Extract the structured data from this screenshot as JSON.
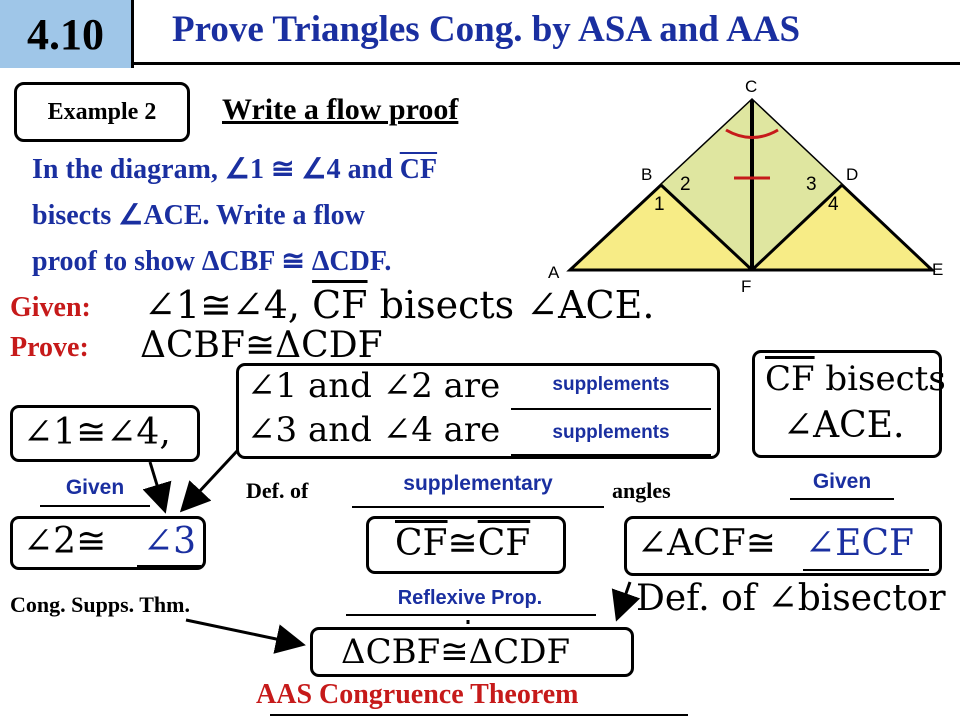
{
  "header": {
    "number": "4.10",
    "title": "Prove Triangles Cong. by ASA and AAS"
  },
  "example": {
    "label": "Example 2",
    "task": "Write a flow proof"
  },
  "problem": {
    "line1_a": "In the diagram,",
    "line1_b": "1",
    "line1_c": "4 and",
    "line1_d": "CF",
    "line2_a": "bisects",
    "line2_b": "ACE. Write a flow",
    "line3_a": "proof to show",
    "line3_b": "CBF",
    "line3_c": "CDF."
  },
  "diagram": {
    "labels": {
      "A": "A",
      "B": "B",
      "C": "C",
      "D": "D",
      "E": "E",
      "F": "F"
    },
    "angles": {
      "a1": "1",
      "a2": "2",
      "a3": "3",
      "a4": "4"
    }
  },
  "given": {
    "label": "Given:",
    "part1": "1",
    "part2": "4,",
    "seg": "CF",
    "part3": "bisects",
    "part4": "ACE."
  },
  "prove": {
    "label": "Prove:",
    "left": "CBF",
    "right": "CDF"
  },
  "flow": {
    "s1": {
      "a": "1",
      "b": "4,",
      "reason": "Given"
    },
    "s2": {
      "line1_a": "1 and",
      "line1_b": "2 are",
      "line2_a": "3 and",
      "line2_b": "4 are",
      "fill1": "supplements",
      "fill2": "supplements",
      "reason_pre": "Def. of",
      "reason_fill": "supplementary",
      "reason_post": "angles"
    },
    "s3": {
      "seg": "CF",
      "text": "bisects",
      "ang": "ACE.",
      "reason": "Given"
    },
    "s4": {
      "a": "2",
      "b": "3",
      "reason": "Cong. Supps. Thm."
    },
    "s5": {
      "left": "CF",
      "right": "CF",
      "reason": "Reflexive Prop."
    },
    "s6": {
      "a": "ACF",
      "b": "ECF",
      "reason_a": "Def. of",
      "reason_b": "bisector"
    },
    "s7": {
      "left": "CBF",
      "right": "CDF",
      "reason": "AAS Congruence Theorem"
    }
  },
  "colors": {
    "header_box": "#9fc6e8",
    "title_blue": "#1a2fa0",
    "red": "#c61a1a",
    "triangle_fill": "#f7ec86",
    "triangle_inner": "#dfe6a0"
  }
}
